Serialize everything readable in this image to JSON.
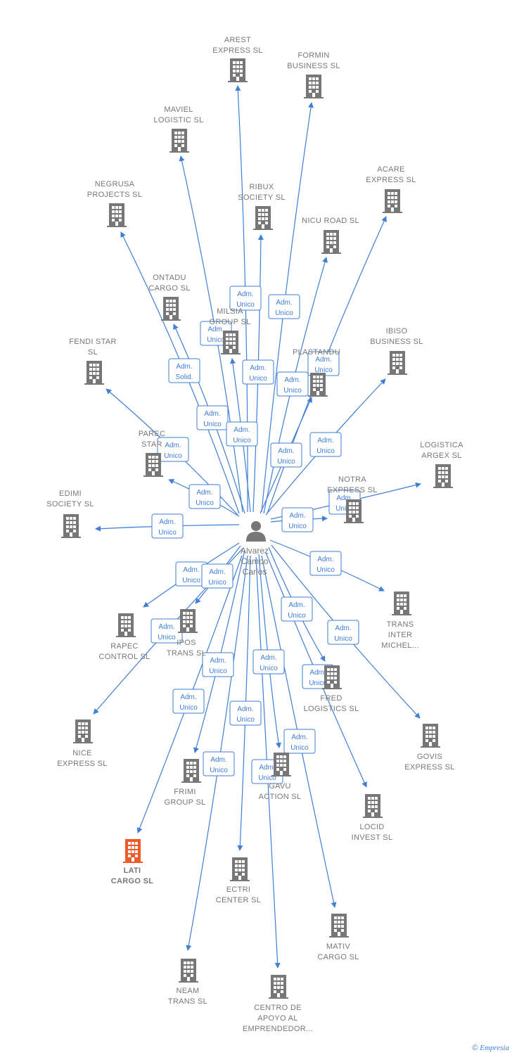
{
  "colors": {
    "edge": "#3f7fd6",
    "company": "#777777",
    "highlight": "#f05a2a",
    "person": "#777777"
  },
  "center": {
    "name_lines": [
      "Alvarez",
      "Campo",
      "Carlos"
    ],
    "icon": "person-icon"
  },
  "companies": [
    {
      "id": "arest",
      "lines": [
        "AREST",
        "EXPRESS  SL"
      ],
      "role": [
        "Adm.",
        "Unico"
      ]
    },
    {
      "id": "formin",
      "lines": [
        "FORMIN",
        "BUSINESS  SL"
      ],
      "role": [
        "Adm.",
        "Unico"
      ]
    },
    {
      "id": "maviel",
      "lines": [
        "MAVIEL",
        "LOGISTIC  SL"
      ],
      "role": [
        "Adm.",
        "Unico"
      ]
    },
    {
      "id": "acare",
      "lines": [
        "ACARE",
        "EXPRESS  SL"
      ],
      "role": [
        "Adm.",
        "Unico"
      ]
    },
    {
      "id": "negrusa",
      "lines": [
        "NEGRUSA",
        "PROJECTS  SL"
      ],
      "role": [
        "Adm.",
        "Solid."
      ]
    },
    {
      "id": "ribux",
      "lines": [
        "RIBUX",
        "SOCIETY  SL"
      ],
      "role": [
        "Adm.",
        "Unico"
      ]
    },
    {
      "id": "nicu",
      "lines": [
        "NICU ROAD  SL"
      ],
      "role": [
        "Adm.",
        "Unico"
      ]
    },
    {
      "id": "ontadu",
      "lines": [
        "ONTADU",
        "CARGO  SL"
      ],
      "role": [
        "Adm.",
        "Unico"
      ]
    },
    {
      "id": "milsia",
      "lines": [
        "MILSIA",
        "GROUP  SL"
      ],
      "role": [
        "Adm.",
        "Unico"
      ]
    },
    {
      "id": "fendi",
      "lines": [
        "FENDI STAR",
        "SL"
      ],
      "role": [
        "Adm.",
        "Unico"
      ]
    },
    {
      "id": "plastandu",
      "lines": [
        "PLASTANDU"
      ],
      "role": [
        "Adm.",
        "Unico"
      ]
    },
    {
      "id": "ibiso",
      "lines": [
        "IBISO",
        "BUSINESS  SL"
      ],
      "role": [
        "Adm.",
        "Unico"
      ]
    },
    {
      "id": "parec",
      "lines": [
        "PAREC",
        "STAR"
      ],
      "role": [
        "Adm.",
        "Unico"
      ]
    },
    {
      "id": "logistica",
      "lines": [
        "LOGISTICA",
        "ARGEX  SL"
      ],
      "role": [
        "Adm.",
        "Unico"
      ]
    },
    {
      "id": "notra",
      "lines": [
        "NOTRA",
        "EXPRESS  SL"
      ],
      "role": [
        "Adm.",
        "Unico"
      ]
    },
    {
      "id": "edimi",
      "lines": [
        "EDIMI",
        "SOCIETY  SL"
      ],
      "role": [
        "Adm.",
        "Unico"
      ]
    },
    {
      "id": "rapec",
      "lines": [
        "RAPEC",
        "CONTROL  SL"
      ],
      "role": [
        "Adm.",
        "Unico"
      ]
    },
    {
      "id": "ipos",
      "lines": [
        "IPOS",
        "TRANS  SL"
      ],
      "role": [
        "Adm.",
        "Unico"
      ]
    },
    {
      "id": "trans",
      "lines": [
        "TRANS",
        "INTER",
        "MICHEL..."
      ],
      "role": [
        "Adm.",
        "Unico"
      ]
    },
    {
      "id": "nice",
      "lines": [
        "NICE",
        "EXPRESS  SL"
      ],
      "role": [
        "Adm.",
        "Unico"
      ]
    },
    {
      "id": "fred",
      "lines": [
        "FRED",
        "LOGISTICS  SL"
      ],
      "role": [
        "Adm.",
        "Unico"
      ]
    },
    {
      "id": "govis",
      "lines": [
        "GOVIS",
        "EXPRESS  SL"
      ],
      "role": [
        "Adm.",
        "Unico"
      ]
    },
    {
      "id": "frimi",
      "lines": [
        "FRIMI",
        "GROUP  SL"
      ],
      "role": [
        "Adm.",
        "Unico"
      ]
    },
    {
      "id": "gavu",
      "lines": [
        "GAVU",
        "ACTION  SL"
      ],
      "role": [
        "Adm.",
        "Unico"
      ]
    },
    {
      "id": "locid",
      "lines": [
        "LOCID",
        "INVEST  SL"
      ],
      "role": [
        "Adm.",
        "Unico"
      ]
    },
    {
      "id": "lati",
      "lines": [
        "LATI",
        "CARGO  SL"
      ],
      "role": [
        "Adm.",
        "Unico"
      ],
      "highlight": true
    },
    {
      "id": "ectri",
      "lines": [
        "ECTRI",
        "CENTER  SL"
      ],
      "role": [
        "Adm.",
        "Unico"
      ]
    },
    {
      "id": "mativ",
      "lines": [
        "MATIV",
        "CARGO  SL"
      ],
      "role": [
        "Adm.",
        "Unico"
      ]
    },
    {
      "id": "neam",
      "lines": [
        "NEAM",
        "TRANS  SL"
      ],
      "role": [
        "Adm.",
        "Unico"
      ]
    },
    {
      "id": "centro",
      "lines": [
        "CENTRO DE",
        "APOYO AL",
        "EMPRENDEDOR..."
      ],
      "role": [
        "Adm.",
        "Unico"
      ]
    }
  ],
  "footer": {
    "copyright": "©",
    "brand": "Empresia"
  }
}
